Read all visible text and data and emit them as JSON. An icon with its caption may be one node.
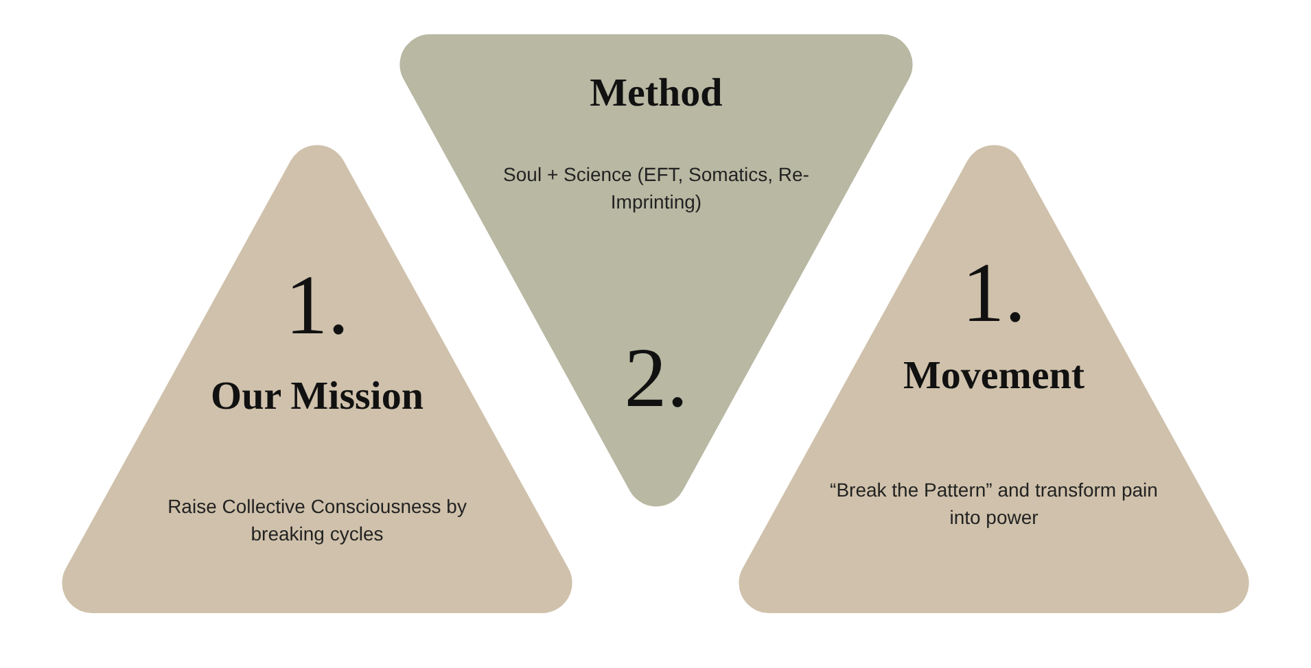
{
  "diagram": {
    "nodes": [
      {
        "text": [
          "1.",
          "Our Mission",
          "Raise Collective Consciousness by breaking cycles"
        ]
      },
      {
        "text": [
          "Method",
          "Soul + Science (EFT, Somatics, Re-Imprinting)",
          "2."
        ]
      },
      {
        "text": [
          "1.",
          "Movement",
          "“Break the Pattern” and transform pain into power"
        ]
      }
    ]
  }
}
